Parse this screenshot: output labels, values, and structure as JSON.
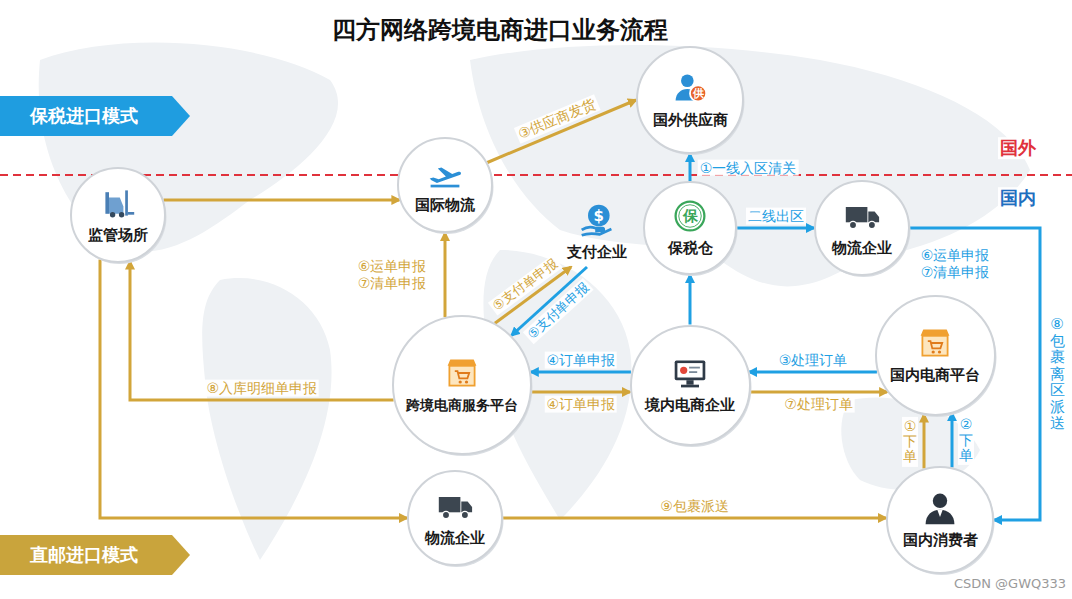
{
  "diagram": {
    "title": "四方网络跨境电商进口业务流程",
    "nodes": [
      {
        "text": [
          "保税进口模式"
        ]
      },
      {
        "text": [
          "供",
          "国外供应商"
        ]
      },
      {
        "text": [
          "国际物流"
        ]
      },
      {
        "text": [
          "监管场所"
        ]
      },
      {
        "text": [
          "$",
          "支付企业"
        ]
      },
      {
        "text": [
          "保",
          "保税仓"
        ]
      },
      {
        "text": [
          "物流企业"
        ]
      },
      {
        "text": [
          "跨境电商服务平台"
        ]
      },
      {
        "text": [
          "境内电商企业"
        ]
      },
      {
        "text": [
          "国内电商平台"
        ]
      },
      {
        "text": [
          "物流企业"
        ]
      },
      {
        "text": [
          "国内消费者"
        ]
      },
      {
        "text": [
          "直邮进口模式"
        ]
      }
    ],
    "edges": [
      {
        "from": 5,
        "to": 1,
        "label": "①一线入区清关",
        "arrow": "to"
      },
      {
        "from": 2,
        "to": 1,
        "label": "③供应商发货",
        "arrow": "to"
      },
      {
        "from": 3,
        "to": 2,
        "arrow": "to"
      },
      {
        "from": 5,
        "to": 6,
        "label": "二线出区",
        "arrow": "to"
      },
      {
        "from": 8,
        "to": 5,
        "arrow": "to"
      },
      {
        "from": 6,
        "to": 11,
        "label": "⑧包裹离区派送",
        "arrow": "to"
      },
      {
        "from": 7,
        "to": 2,
        "label": "⑥运单申报 ⑦清单申报",
        "arrow": "to"
      },
      {
        "from": 7,
        "to": 4,
        "label": "⑤支付单申报",
        "arrow": "to"
      },
      {
        "from": 4,
        "to": 7,
        "label": "⑤支付单申报",
        "arrow": "to"
      },
      {
        "from": 8,
        "to": 7,
        "label": "④订单申报",
        "arrow": "to"
      },
      {
        "from": 7,
        "to": 8,
        "label": "④订单申报",
        "arrow": "to"
      },
      {
        "from": 9,
        "to": 8,
        "label": "③处理订单",
        "arrow": "to"
      },
      {
        "from": 8,
        "to": 9,
        "label": "⑦处理订单",
        "arrow": "to"
      },
      {
        "from": 11,
        "to": 9,
        "label": "①下单",
        "arrow": "to"
      },
      {
        "from": 11,
        "to": 9,
        "label": "②下单",
        "arrow": "to"
      },
      {
        "from": 7,
        "to": 3,
        "label": "⑧入库明细单申报",
        "arrow": "to"
      },
      {
        "from": 3,
        "to": 10,
        "arrow": "to"
      },
      {
        "from": 10,
        "to": 11,
        "label": "⑨包裹派送",
        "arrow": "to"
      }
    ],
    "labels": [
      "国外",
      "国内",
      "⑥运单申报 ⑦清单申报",
      "CSDN @GWQ333"
    ]
  }
}
